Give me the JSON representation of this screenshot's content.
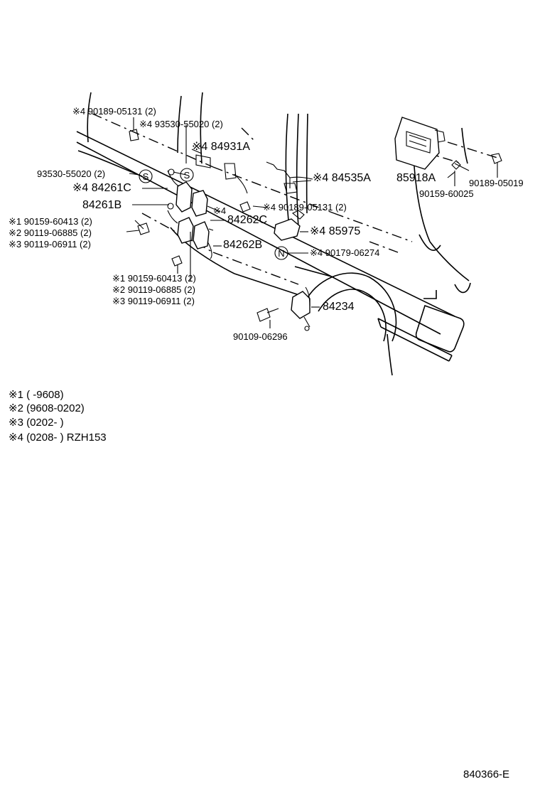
{
  "labels": {
    "l1": "※4 90189-05131 (2)",
    "l2": "※4 93530-55020 (2)",
    "l3": "※4 84931A",
    "l4": "93530-55020 (2)",
    "l5": "※4 84261C",
    "l6": "84261B",
    "l7a": "※1 90159-60413 (2)",
    "l7b": "※2 90119-06885 (2)",
    "l7c": "※3 90119-06911 (2)",
    "l8a": "※4",
    "l8b": "84262C",
    "l9": "※4 90189-05131 (2)",
    "l10": "※4 85975",
    "l11": "84262B",
    "l12": "※4 90179-06274",
    "l13a": "※1 90159-60413 (2)",
    "l13b": "※2 90119-06885 (2)",
    "l13c": "※3 90119-06911 (2)",
    "l14": "84234",
    "l15": "90109-06296",
    "l16": "※4 84535A",
    "l17": "85918A",
    "l18": "90189-05019",
    "l19": "90159-60025",
    "circle_s1": "S",
    "circle_s2": "S",
    "circle_n": "N"
  },
  "notes": [
    "※1 (        -9608)",
    "※2 (9608-0202)",
    "※3 (0202-        )",
    "※4 (0208-        ) RZH153"
  ],
  "figure_id": "840366-E"
}
